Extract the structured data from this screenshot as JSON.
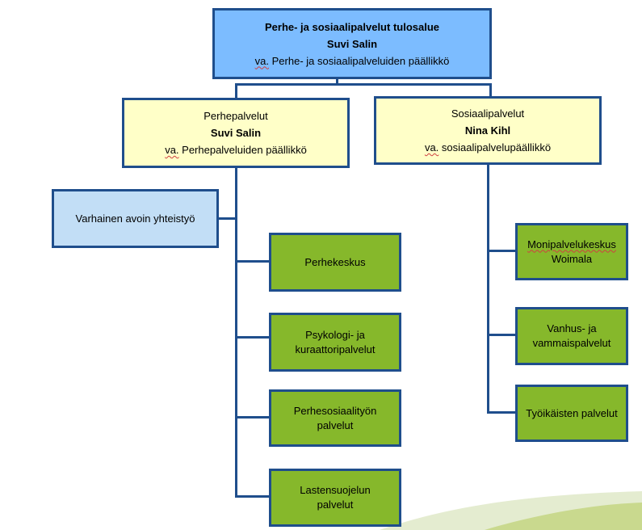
{
  "top": {
    "title": "Perhe- ja sosiaalipalvelut tulosalue",
    "name": "Suvi Salin",
    "role_prefix": "va.",
    "role_rest": " Perhe- ja sosiaalipalveluiden päällikkö"
  },
  "perhepalvelut": {
    "title": "Perhepalvelut",
    "name": "Suvi Salin",
    "role_prefix": "va.",
    "role_rest": " Perhepalveluiden päällikkö"
  },
  "sosiaalipalvelut": {
    "title": "Sosiaalipalvelut",
    "name": "Nina Kihl",
    "role_prefix": "va.",
    "role_rest": " sosiaalipalvelupäällikkö"
  },
  "varhainen": {
    "label": "Varhainen avoin yhteistyö"
  },
  "perhe_units": [
    {
      "line1": "Perhekeskus",
      "line2": ""
    },
    {
      "line1": "Psykologi- ja",
      "line2": "kuraattoripalvelut"
    },
    {
      "line1": "Perhesosiaalityön",
      "line2": "palvelut"
    },
    {
      "line1": "Lastensuojelun",
      "line2": "palvelut"
    }
  ],
  "sosiaali_units": [
    {
      "line1": "Monipalvelukeskus",
      "line2": "Woimala"
    },
    {
      "line1": "Vanhus- ja",
      "line2": "vammaispalvelut"
    },
    {
      "line1": "Työikäisten palvelut",
      "line2": ""
    }
  ],
  "colors": {
    "top_box": "#7cbcff",
    "manager_box": "#ffffc8",
    "light_box": "#c2def6",
    "unit_box": "#86b82b",
    "border_line": "#1f4e8c"
  }
}
